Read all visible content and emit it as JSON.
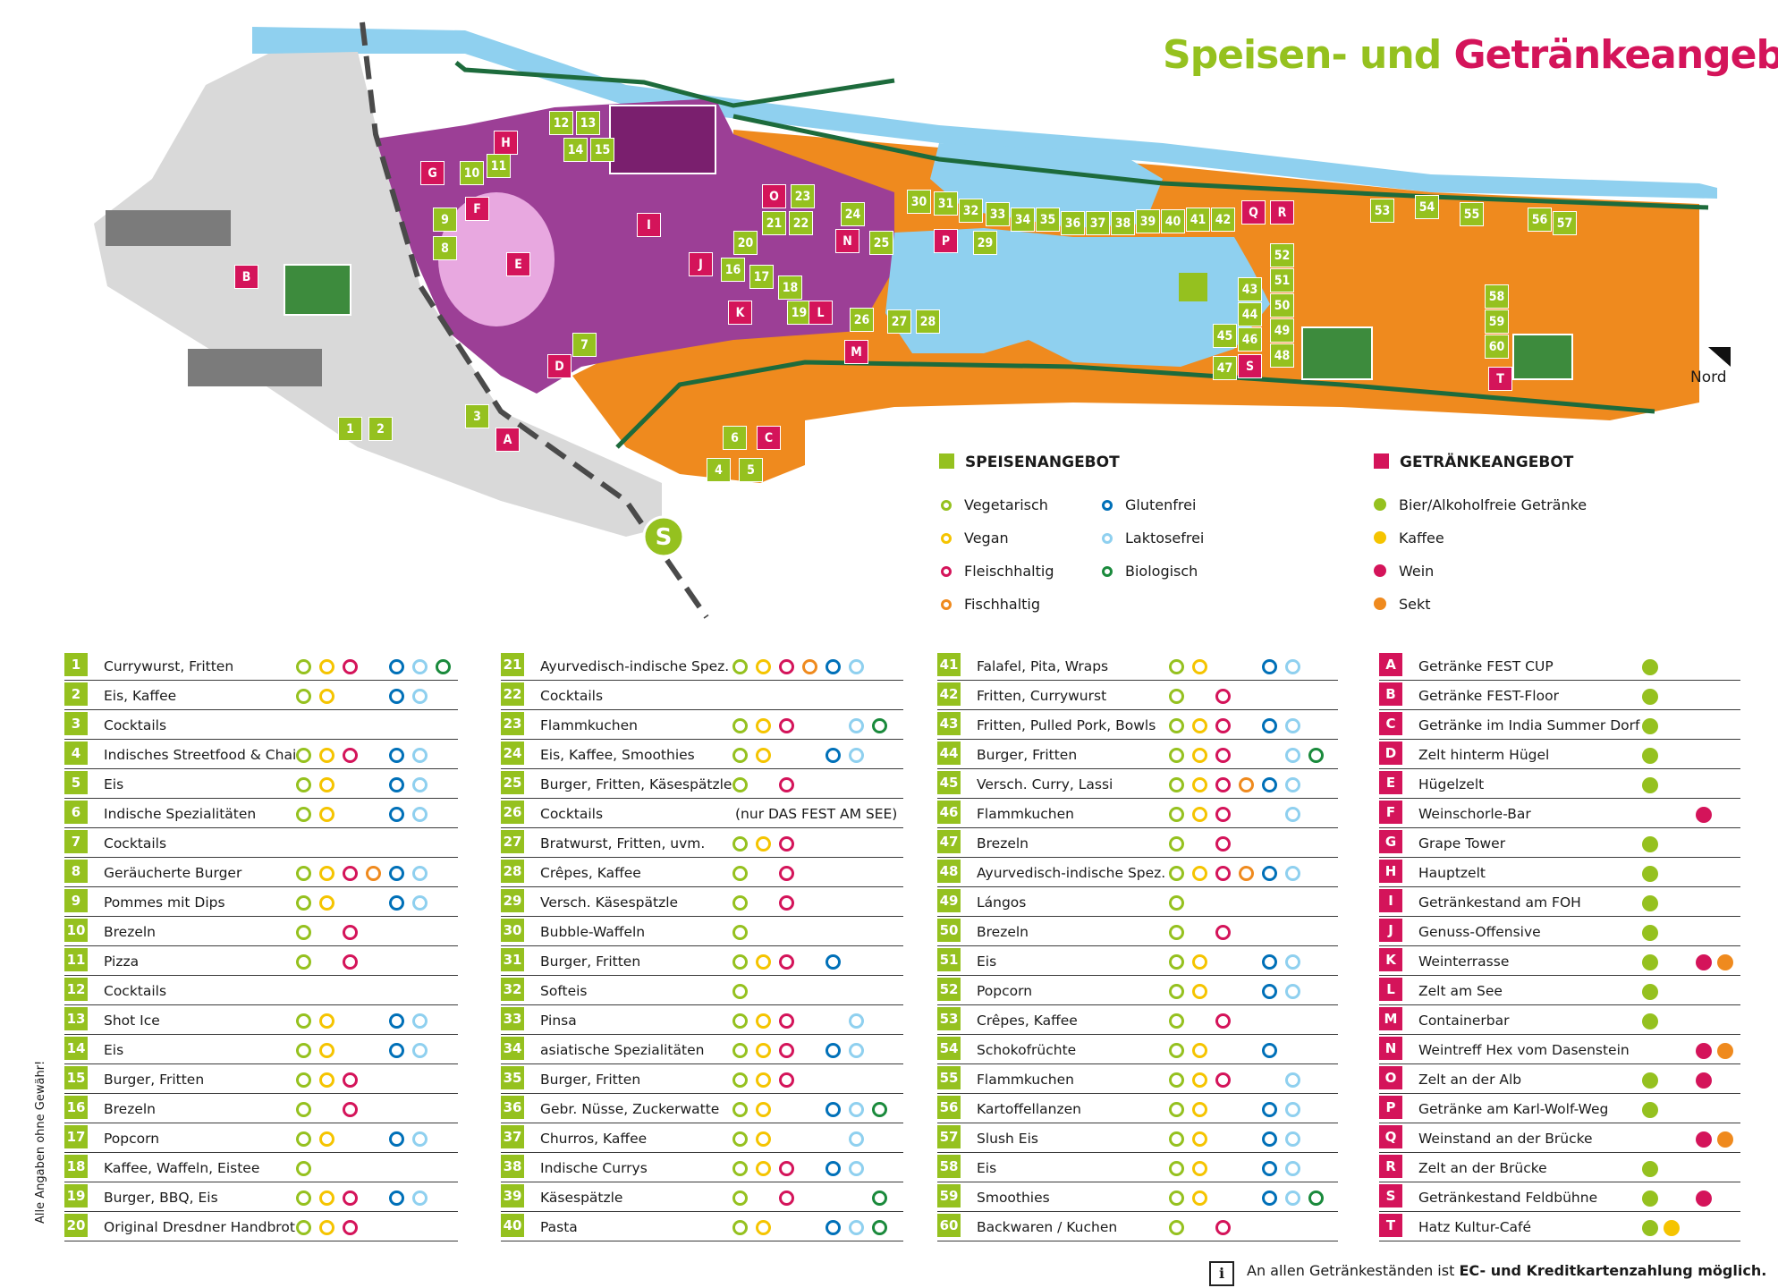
{
  "title": {
    "part1": "Speisen- und",
    "part2": "Getränkeangebot"
  },
  "north_label": "Nord",
  "sbahn_symbol": "S",
  "colors": {
    "food": "#95c11f",
    "drink": "#d4145a",
    "purple_area": "#9c3f96",
    "orange_area": "#ef8a1e",
    "lake": "#8fd0ef",
    "path": "#1d6b3c",
    "vegetarisch": "#95c11f",
    "vegan": "#f5c400",
    "fleischhaltig": "#d4145a",
    "fischhaltig": "#ef8a1e",
    "glutenfrei": "#0070b8",
    "laktosefrei": "#8fd0ef",
    "biologisch": "#1a8a3c",
    "bier": "#95c11f",
    "kaffee": "#f5c400",
    "wein": "#d4145a",
    "sekt": "#ef8a1e"
  },
  "legend": {
    "food_head": "SPEISENANGEBOT",
    "drink_head": "GETRÄNKEANGEBOT",
    "food_items": [
      {
        "label": "Vegetarisch",
        "icon": "ring-vegetarisch"
      },
      {
        "label": "Vegan",
        "icon": "ring-vegan"
      },
      {
        "label": "Fleischhaltig",
        "icon": "ring-fleisch"
      },
      {
        "label": "Fischhaltig",
        "icon": "ring-fisch"
      },
      {
        "label": "Glutenfrei",
        "icon": "ring-glutenfrei"
      },
      {
        "label": "Laktosefrei",
        "icon": "ring-laktosefrei"
      },
      {
        "label": "Biologisch",
        "icon": "ring-bio"
      }
    ],
    "drink_items": [
      {
        "label": "Bier/Alkoholfreie Getränke",
        "icon": "dot-bier"
      },
      {
        "label": "Kaffee",
        "icon": "dot-kaffee"
      },
      {
        "label": "Wein",
        "icon": "dot-wein"
      },
      {
        "label": "Sekt",
        "icon": "dot-sekt"
      }
    ]
  },
  "food": [
    {
      "id": "1",
      "name": "Currywurst, Fritten",
      "tags": [
        "veg",
        "vegan",
        "fleisch",
        "gluten",
        "laktose",
        "bio"
      ]
    },
    {
      "id": "2",
      "name": "Eis, Kaffee",
      "tags": [
        "veg",
        "vegan",
        "gluten",
        "laktose"
      ]
    },
    {
      "id": "3",
      "name": "Cocktails",
      "tags": []
    },
    {
      "id": "4",
      "name": "Indisches Streetfood & Chai",
      "tags": [
        "veg",
        "vegan",
        "fleisch",
        "gluten",
        "laktose"
      ]
    },
    {
      "id": "5",
      "name": "Eis",
      "tags": [
        "veg",
        "vegan",
        "gluten",
        "laktose"
      ]
    },
    {
      "id": "6",
      "name": "Indische Spezialitäten",
      "tags": [
        "veg",
        "vegan",
        "gluten",
        "laktose"
      ]
    },
    {
      "id": "7",
      "name": "Cocktails",
      "tags": []
    },
    {
      "id": "8",
      "name": "Geräucherte Burger",
      "tags": [
        "veg",
        "vegan",
        "fleisch",
        "fisch",
        "gluten",
        "laktose"
      ]
    },
    {
      "id": "9",
      "name": "Pommes mit Dips",
      "tags": [
        "veg",
        "vegan",
        "gluten",
        "laktose"
      ]
    },
    {
      "id": "10",
      "name": "Brezeln",
      "tags": [
        "veg",
        "fleisch"
      ]
    },
    {
      "id": "11",
      "name": "Pizza",
      "tags": [
        "veg",
        "fleisch"
      ]
    },
    {
      "id": "12",
      "name": "Cocktails",
      "tags": []
    },
    {
      "id": "13",
      "name": "Shot Ice",
      "tags": [
        "veg",
        "vegan",
        "gluten",
        "laktose"
      ]
    },
    {
      "id": "14",
      "name": "Eis",
      "tags": [
        "veg",
        "vegan",
        "gluten",
        "laktose"
      ]
    },
    {
      "id": "15",
      "name": "Burger, Fritten",
      "tags": [
        "veg",
        "vegan",
        "fleisch"
      ]
    },
    {
      "id": "16",
      "name": "Brezeln",
      "tags": [
        "veg",
        "fleisch"
      ]
    },
    {
      "id": "17",
      "name": "Popcorn",
      "tags": [
        "veg",
        "vegan",
        "gluten",
        "laktose"
      ]
    },
    {
      "id": "18",
      "name": "Kaffee, Waffeln, Eistee",
      "tags": [
        "veg"
      ]
    },
    {
      "id": "19",
      "name": "Burger, BBQ, Eis",
      "tags": [
        "veg",
        "vegan",
        "fleisch",
        "gluten",
        "laktose"
      ]
    },
    {
      "id": "20",
      "name": "Original Dresdner Handbrot",
      "tags": [
        "veg",
        "vegan",
        "fleisch"
      ]
    },
    {
      "id": "21",
      "name": "Ayurvedisch-indische Spez.",
      "tags": [
        "veg",
        "vegan",
        "fleisch",
        "fisch",
        "gluten",
        "laktose"
      ]
    },
    {
      "id": "22",
      "name": "Cocktails",
      "tags": []
    },
    {
      "id": "23",
      "name": "Flammkuchen",
      "tags": [
        "veg",
        "vegan",
        "fleisch",
        "laktose",
        "bio"
      ]
    },
    {
      "id": "24",
      "name": "Eis, Kaffee, Smoothies",
      "tags": [
        "veg",
        "vegan",
        "gluten",
        "laktose"
      ]
    },
    {
      "id": "25",
      "name": "Burger, Fritten, Käsespätzle",
      "tags": [
        "veg",
        "fleisch"
      ]
    },
    {
      "id": "26",
      "name": "Cocktails",
      "tags": [],
      "note": "(nur DAS FEST AM SEE)"
    },
    {
      "id": "27",
      "name": "Bratwurst, Fritten, uvm.",
      "tags": [
        "veg",
        "vegan",
        "fleisch"
      ]
    },
    {
      "id": "28",
      "name": "Crêpes, Kaffee",
      "tags": [
        "veg",
        "fleisch"
      ]
    },
    {
      "id": "29",
      "name": "Versch. Käsespätzle",
      "tags": [
        "veg",
        "fleisch"
      ]
    },
    {
      "id": "30",
      "name": "Bubble-Waffeln",
      "tags": [
        "veg"
      ]
    },
    {
      "id": "31",
      "name": "Burger, Fritten",
      "tags": [
        "veg",
        "vegan",
        "fleisch",
        "gluten"
      ]
    },
    {
      "id": "32",
      "name": "Softeis",
      "tags": [
        "veg"
      ]
    },
    {
      "id": "33",
      "name": "Pinsa",
      "tags": [
        "veg",
        "vegan",
        "fleisch",
        "laktose"
      ]
    },
    {
      "id": "34",
      "name": "asiatische Spezialitäten",
      "tags": [
        "veg",
        "vegan",
        "fleisch",
        "gluten",
        "laktose"
      ]
    },
    {
      "id": "35",
      "name": "Burger, Fritten",
      "tags": [
        "veg",
        "vegan",
        "fleisch"
      ]
    },
    {
      "id": "36",
      "name": "Gebr. Nüsse, Zuckerwatte",
      "tags": [
        "veg",
        "vegan",
        "gluten",
        "laktose",
        "bio"
      ]
    },
    {
      "id": "37",
      "name": "Churros, Kaffee",
      "tags": [
        "veg",
        "vegan",
        "laktose"
      ]
    },
    {
      "id": "38",
      "name": "Indische Currys",
      "tags": [
        "veg",
        "vegan",
        "fleisch",
        "gluten",
        "laktose"
      ]
    },
    {
      "id": "39",
      "name": "Käsespätzle",
      "tags": [
        "veg",
        "fleisch",
        "bio"
      ]
    },
    {
      "id": "40",
      "name": "Pasta",
      "tags": [
        "veg",
        "vegan",
        "gluten",
        "laktose",
        "bio"
      ]
    },
    {
      "id": "41",
      "name": "Falafel, Pita, Wraps",
      "tags": [
        "veg",
        "vegan",
        "gluten",
        "laktose"
      ]
    },
    {
      "id": "42",
      "name": "Fritten, Currywurst",
      "tags": [
        "veg",
        "fleisch"
      ]
    },
    {
      "id": "43",
      "name": "Fritten, Pulled Pork, Bowls",
      "tags": [
        "veg",
        "vegan",
        "fleisch",
        "gluten",
        "laktose"
      ]
    },
    {
      "id": "44",
      "name": "Burger, Fritten",
      "tags": [
        "veg",
        "vegan",
        "fleisch",
        "laktose",
        "bio"
      ]
    },
    {
      "id": "45",
      "name": "Versch. Curry, Lassi",
      "tags": [
        "veg",
        "vegan",
        "fleisch",
        "fisch",
        "gluten",
        "laktose"
      ]
    },
    {
      "id": "46",
      "name": "Flammkuchen",
      "tags": [
        "veg",
        "vegan",
        "fleisch",
        "laktose"
      ]
    },
    {
      "id": "47",
      "name": "Brezeln",
      "tags": [
        "veg",
        "fleisch"
      ]
    },
    {
      "id": "48",
      "name": "Ayurvedisch-indische Spez.",
      "tags": [
        "veg",
        "vegan",
        "fleisch",
        "fisch",
        "gluten",
        "laktose"
      ]
    },
    {
      "id": "49",
      "name": "Lángos",
      "tags": [
        "veg"
      ]
    },
    {
      "id": "50",
      "name": "Brezeln",
      "tags": [
        "veg",
        "fleisch"
      ]
    },
    {
      "id": "51",
      "name": "Eis",
      "tags": [
        "veg",
        "vegan",
        "gluten",
        "laktose"
      ]
    },
    {
      "id": "52",
      "name": "Popcorn",
      "tags": [
        "veg",
        "vegan",
        "gluten",
        "laktose"
      ]
    },
    {
      "id": "53",
      "name": "Crêpes, Kaffee",
      "tags": [
        "veg",
        "fleisch"
      ]
    },
    {
      "id": "54",
      "name": "Schokofrüchte",
      "tags": [
        "veg",
        "vegan",
        "gluten"
      ]
    },
    {
      "id": "55",
      "name": "Flammkuchen",
      "tags": [
        "veg",
        "vegan",
        "fleisch",
        "laktose"
      ]
    },
    {
      "id": "56",
      "name": "Kartoffellanzen",
      "tags": [
        "veg",
        "vegan",
        "gluten",
        "laktose"
      ]
    },
    {
      "id": "57",
      "name": "Slush Eis",
      "tags": [
        "veg",
        "vegan",
        "gluten",
        "laktose"
      ]
    },
    {
      "id": "58",
      "name": "Eis",
      "tags": [
        "veg",
        "vegan",
        "gluten",
        "laktose"
      ]
    },
    {
      "id": "59",
      "name": "Smoothies",
      "tags": [
        "veg",
        "vegan",
        "gluten",
        "laktose",
        "bio"
      ]
    },
    {
      "id": "60",
      "name": "Backwaren / Kuchen",
      "tags": [
        "veg",
        "fleisch"
      ]
    }
  ],
  "drinks": [
    {
      "id": "A",
      "name": "Getränke FEST CUP",
      "tags": [
        "bier"
      ]
    },
    {
      "id": "B",
      "name": "Getränke FEST-Floor",
      "tags": [
        "bier"
      ]
    },
    {
      "id": "C",
      "name": "Getränke im India Summer Dorf",
      "tags": [
        "bier"
      ]
    },
    {
      "id": "D",
      "name": "Zelt hinterm Hügel",
      "tags": [
        "bier"
      ]
    },
    {
      "id": "E",
      "name": "Hügelzelt",
      "tags": [
        "bier"
      ]
    },
    {
      "id": "F",
      "name": "Weinschorle-Bar",
      "tags": [
        "wein"
      ]
    },
    {
      "id": "G",
      "name": "Grape Tower",
      "tags": [
        "bier"
      ]
    },
    {
      "id": "H",
      "name": "Hauptzelt",
      "tags": [
        "bier"
      ]
    },
    {
      "id": "I",
      "name": "Getränkestand am FOH",
      "tags": [
        "bier"
      ]
    },
    {
      "id": "J",
      "name": "Genuss-Offensive",
      "tags": [
        "bier"
      ]
    },
    {
      "id": "K",
      "name": "Weinterrasse",
      "tags": [
        "bier",
        "wein",
        "sekt"
      ]
    },
    {
      "id": "L",
      "name": "Zelt am See",
      "tags": [
        "bier"
      ]
    },
    {
      "id": "M",
      "name": "Containerbar",
      "tags": [
        "bier"
      ]
    },
    {
      "id": "N",
      "name": "Weintreff Hex vom Dasenstein",
      "tags": [
        "wein",
        "sekt"
      ]
    },
    {
      "id": "O",
      "name": "Zelt an der Alb",
      "tags": [
        "bier",
        "wein"
      ]
    },
    {
      "id": "P",
      "name": "Getränke am Karl-Wolf-Weg",
      "tags": [
        "bier"
      ]
    },
    {
      "id": "Q",
      "name": "Weinstand an der Brücke",
      "tags": [
        "wein",
        "sekt"
      ]
    },
    {
      "id": "R",
      "name": "Zelt an der Brücke",
      "tags": [
        "bier"
      ]
    },
    {
      "id": "S",
      "name": "Getränkestand Feldbühne",
      "tags": [
        "bier",
        "wein"
      ]
    },
    {
      "id": "T",
      "name": "Hatz Kultur-Café",
      "tags": [
        "bier",
        "kaffee"
      ]
    }
  ],
  "side_note": "Alle Angaben ohne Gewähr!",
  "footer": {
    "info_icon": "i",
    "text": "An allen Getränkeständen ist",
    "bold": "EC- und Kreditkartenzahlung möglich."
  }
}
